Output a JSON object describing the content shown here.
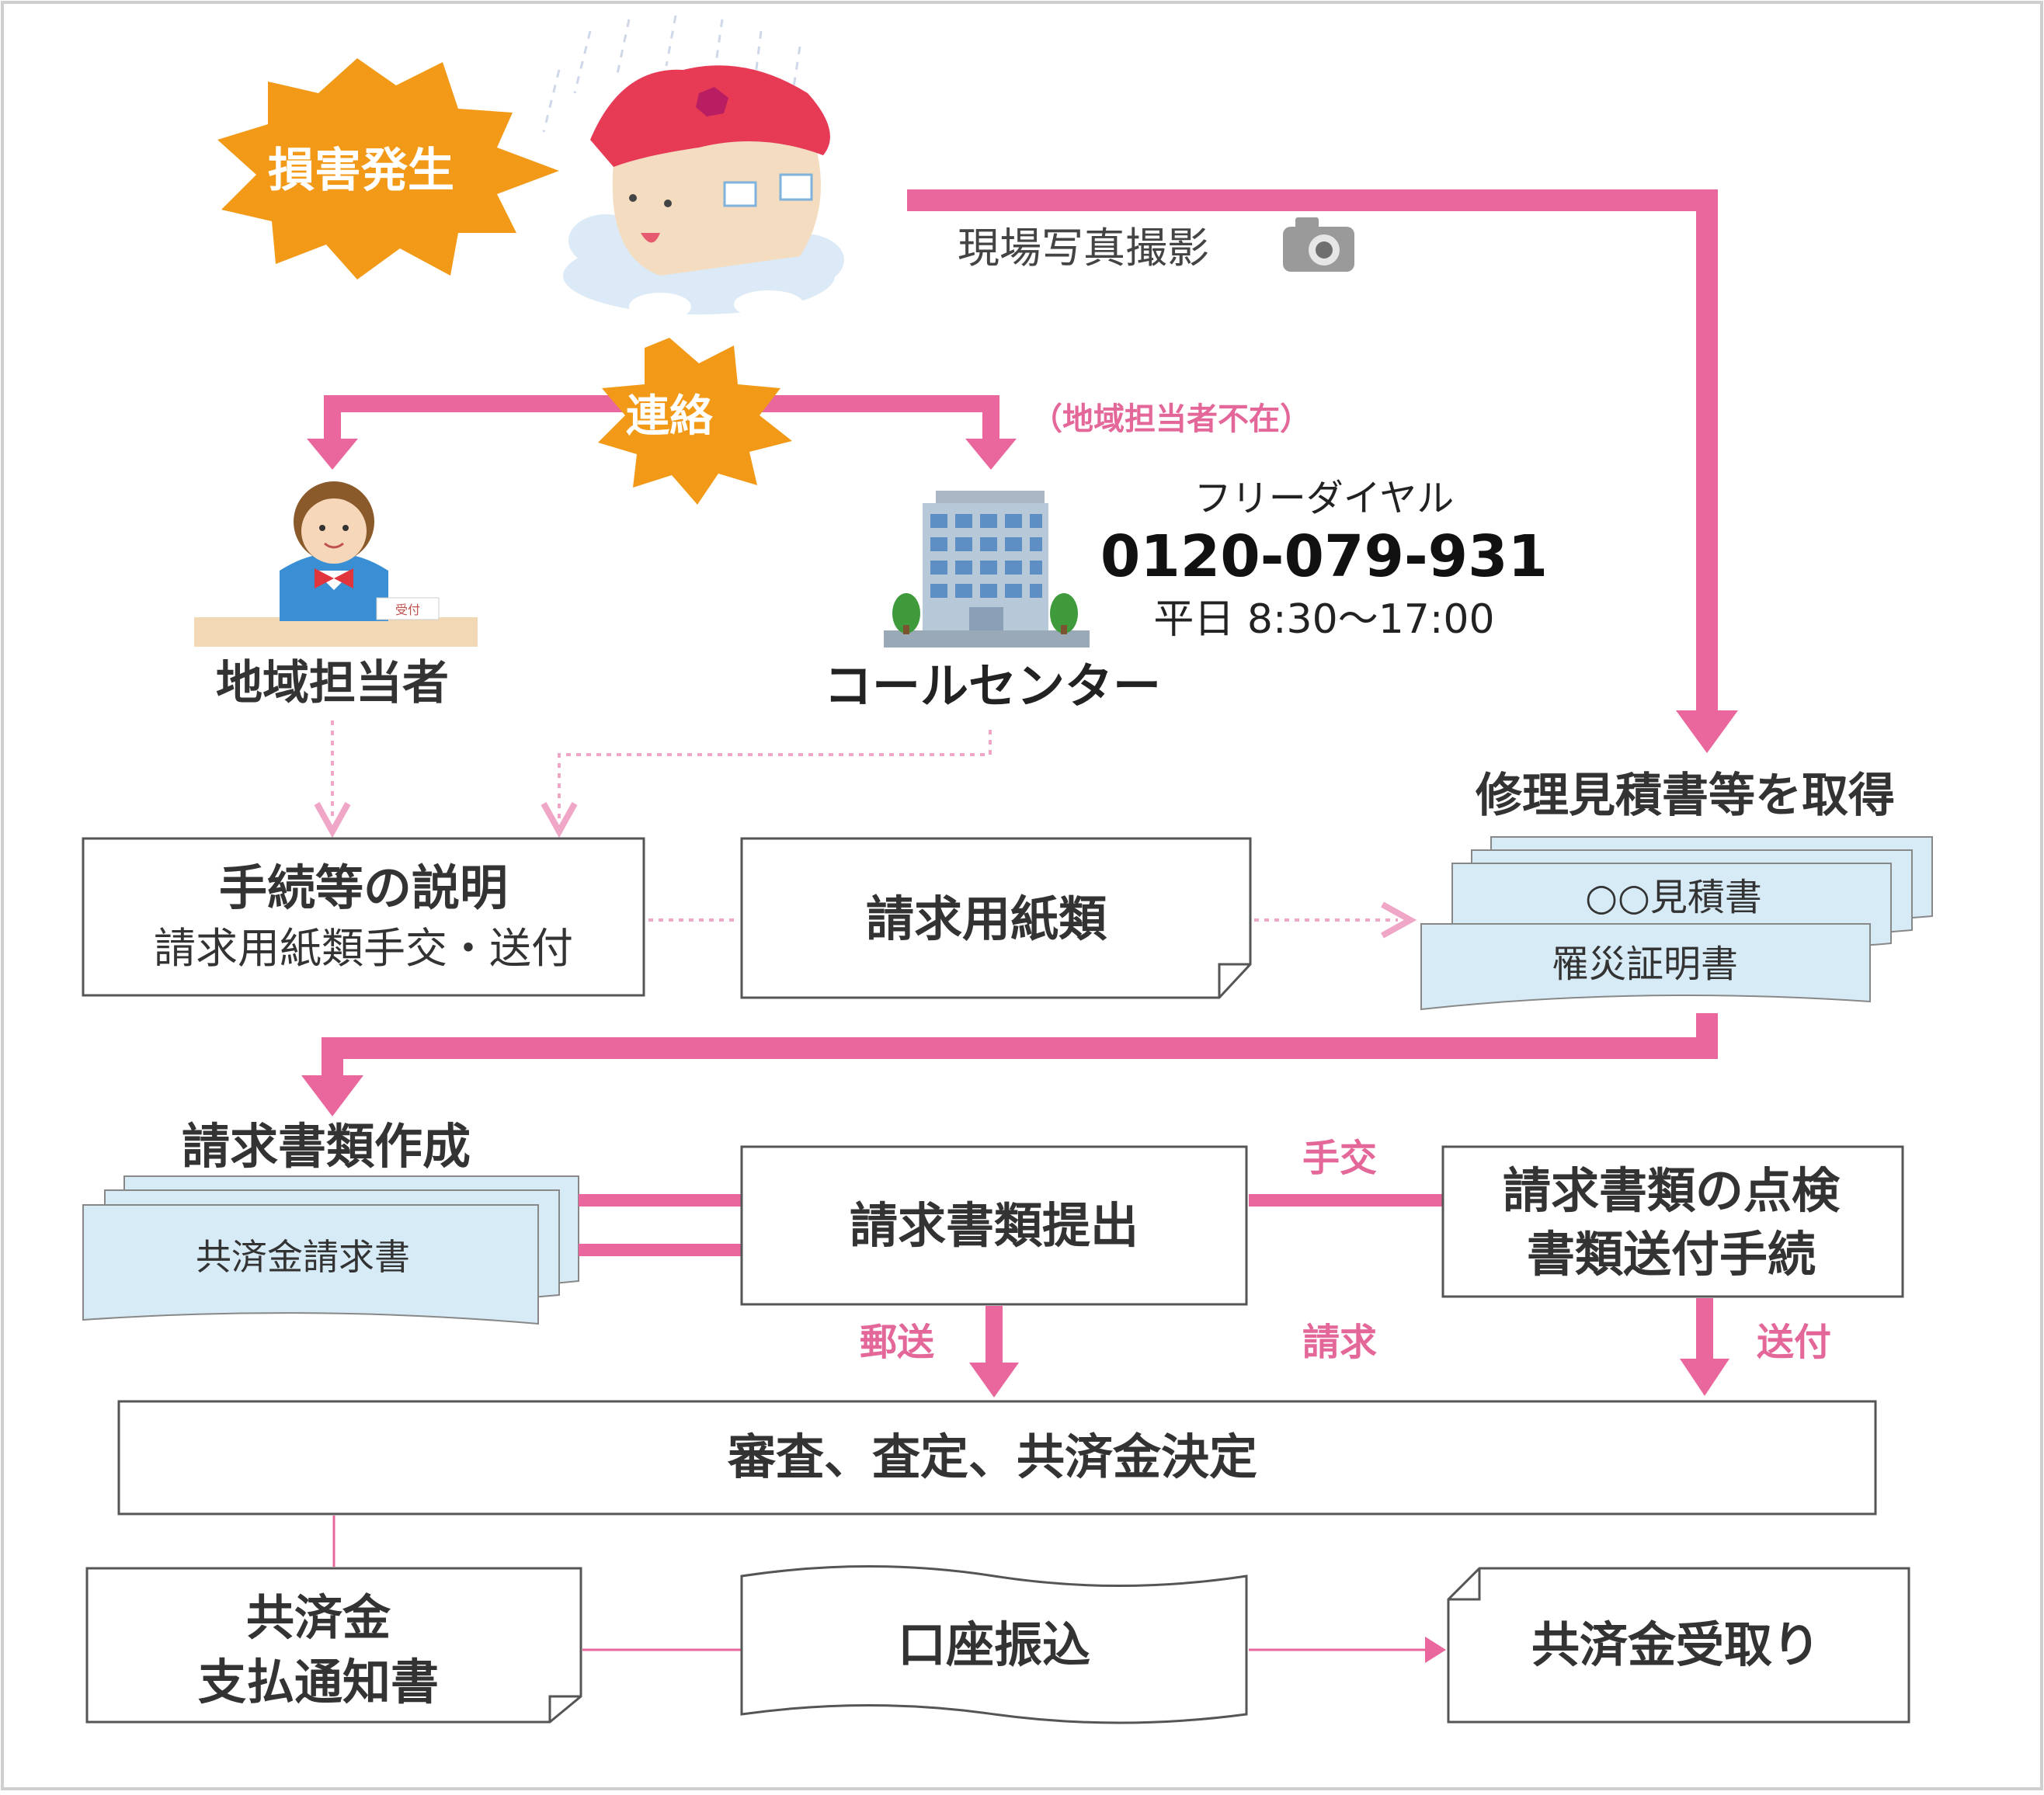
{
  "colors": {
    "flow_pink": "#e9679c",
    "light_pink": "#f0a6c6",
    "burst_orange": "#f29a18",
    "doc_blue": "#d7ebf7",
    "box_border": "#555555",
    "text_dark": "#333333",
    "text_pink": "#e4679a"
  },
  "icons": {
    "damage_burst": "orange-starburst",
    "contact_burst": "orange-starburst",
    "house": "flooded-house-illustration",
    "staff": "receptionist-illustration",
    "building": "office-building-illustration",
    "camera": "camera-icon"
  },
  "top": {
    "damage_label": "損害発生",
    "photo_label": "現場写真撮影",
    "contact_label": "連絡",
    "absent_note": "（地域担当者不在）",
    "reception_sign": "受付"
  },
  "contacts": {
    "local_staff": "地域担当者",
    "call_center": "コールセンター",
    "free_dial_label": "フリーダイヤル",
    "phone": "0120-079-931",
    "hours": "平日 8:30～17:00"
  },
  "steps": {
    "explain_title": "手続等の説明",
    "explain_sub": "請求用紙類手交・送付",
    "forms": "請求用紙類",
    "obtain_title": "修理見積書等を取得",
    "estimate_doc": "○○見積書",
    "disaster_cert": "罹災証明書",
    "create_title": "請求書類作成",
    "claim_doc": "共済金請求書",
    "submit": "請求書類提出",
    "handover_label": "手交",
    "check_line1": "請求書類の点検",
    "check_line2": "書類送付手続",
    "mail_label": "郵送",
    "claim_label": "請求",
    "send_label": "送付",
    "review": "審査、査定、共済金決定",
    "notice_line1": "共済金",
    "notice_line2": "支払通知書",
    "transfer": "口座振込",
    "receive": "共済金受取り"
  }
}
